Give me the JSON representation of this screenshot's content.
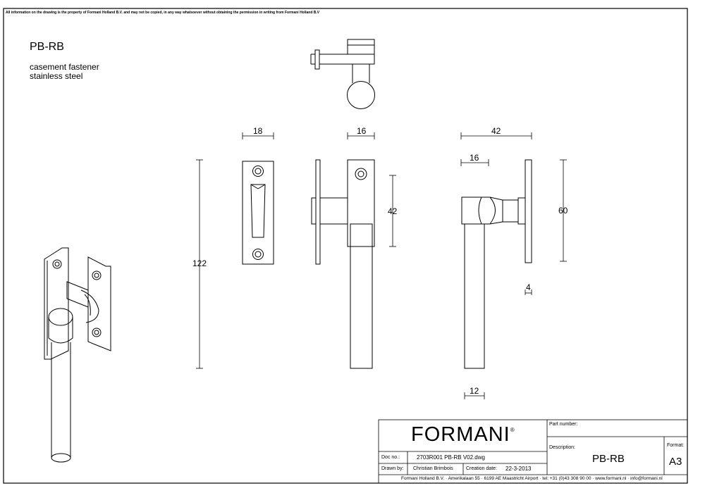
{
  "legal_notice": "All information on the drawing is the property of Formani Holland B.V. and may not be copied, in any way whatsoever without obtaining the permission in writing from Formani Holland B.V",
  "product": {
    "code": "PB-RB",
    "description_line1": "casement fastener",
    "description_line2": "stainless steel"
  },
  "dimensions": {
    "plate_width": "18",
    "side_width": "16",
    "overall_height": "122",
    "screw_spacing": "42",
    "handle_depth": "42",
    "handle_offset": "16",
    "side_height": "60",
    "plate_thickness": "4",
    "bar_width": "12"
  },
  "title_block": {
    "brand": "FORMANI",
    "brand_mark": "®",
    "part_number_label": "Part number:",
    "description_label": "Description:",
    "description_value": "PB-RB",
    "format_label": "Format:",
    "format_value": "A3",
    "doc_no_label": "Doc no.:",
    "doc_no_value": "2703R001 PB-RB V02.dwg",
    "drawn_by_label": "Drawn by:",
    "drawn_by_value": "Christian Brimbois",
    "creation_date_label": "Creation date:",
    "creation_date_value": "22-3-2013",
    "footer": "Formani Holland B.V. · Amerikalaan 55 · 6199 AE Maastricht Airport · tel: +31 (0)43 308 90 00 · www.formani.nl · info@formani.nl"
  }
}
